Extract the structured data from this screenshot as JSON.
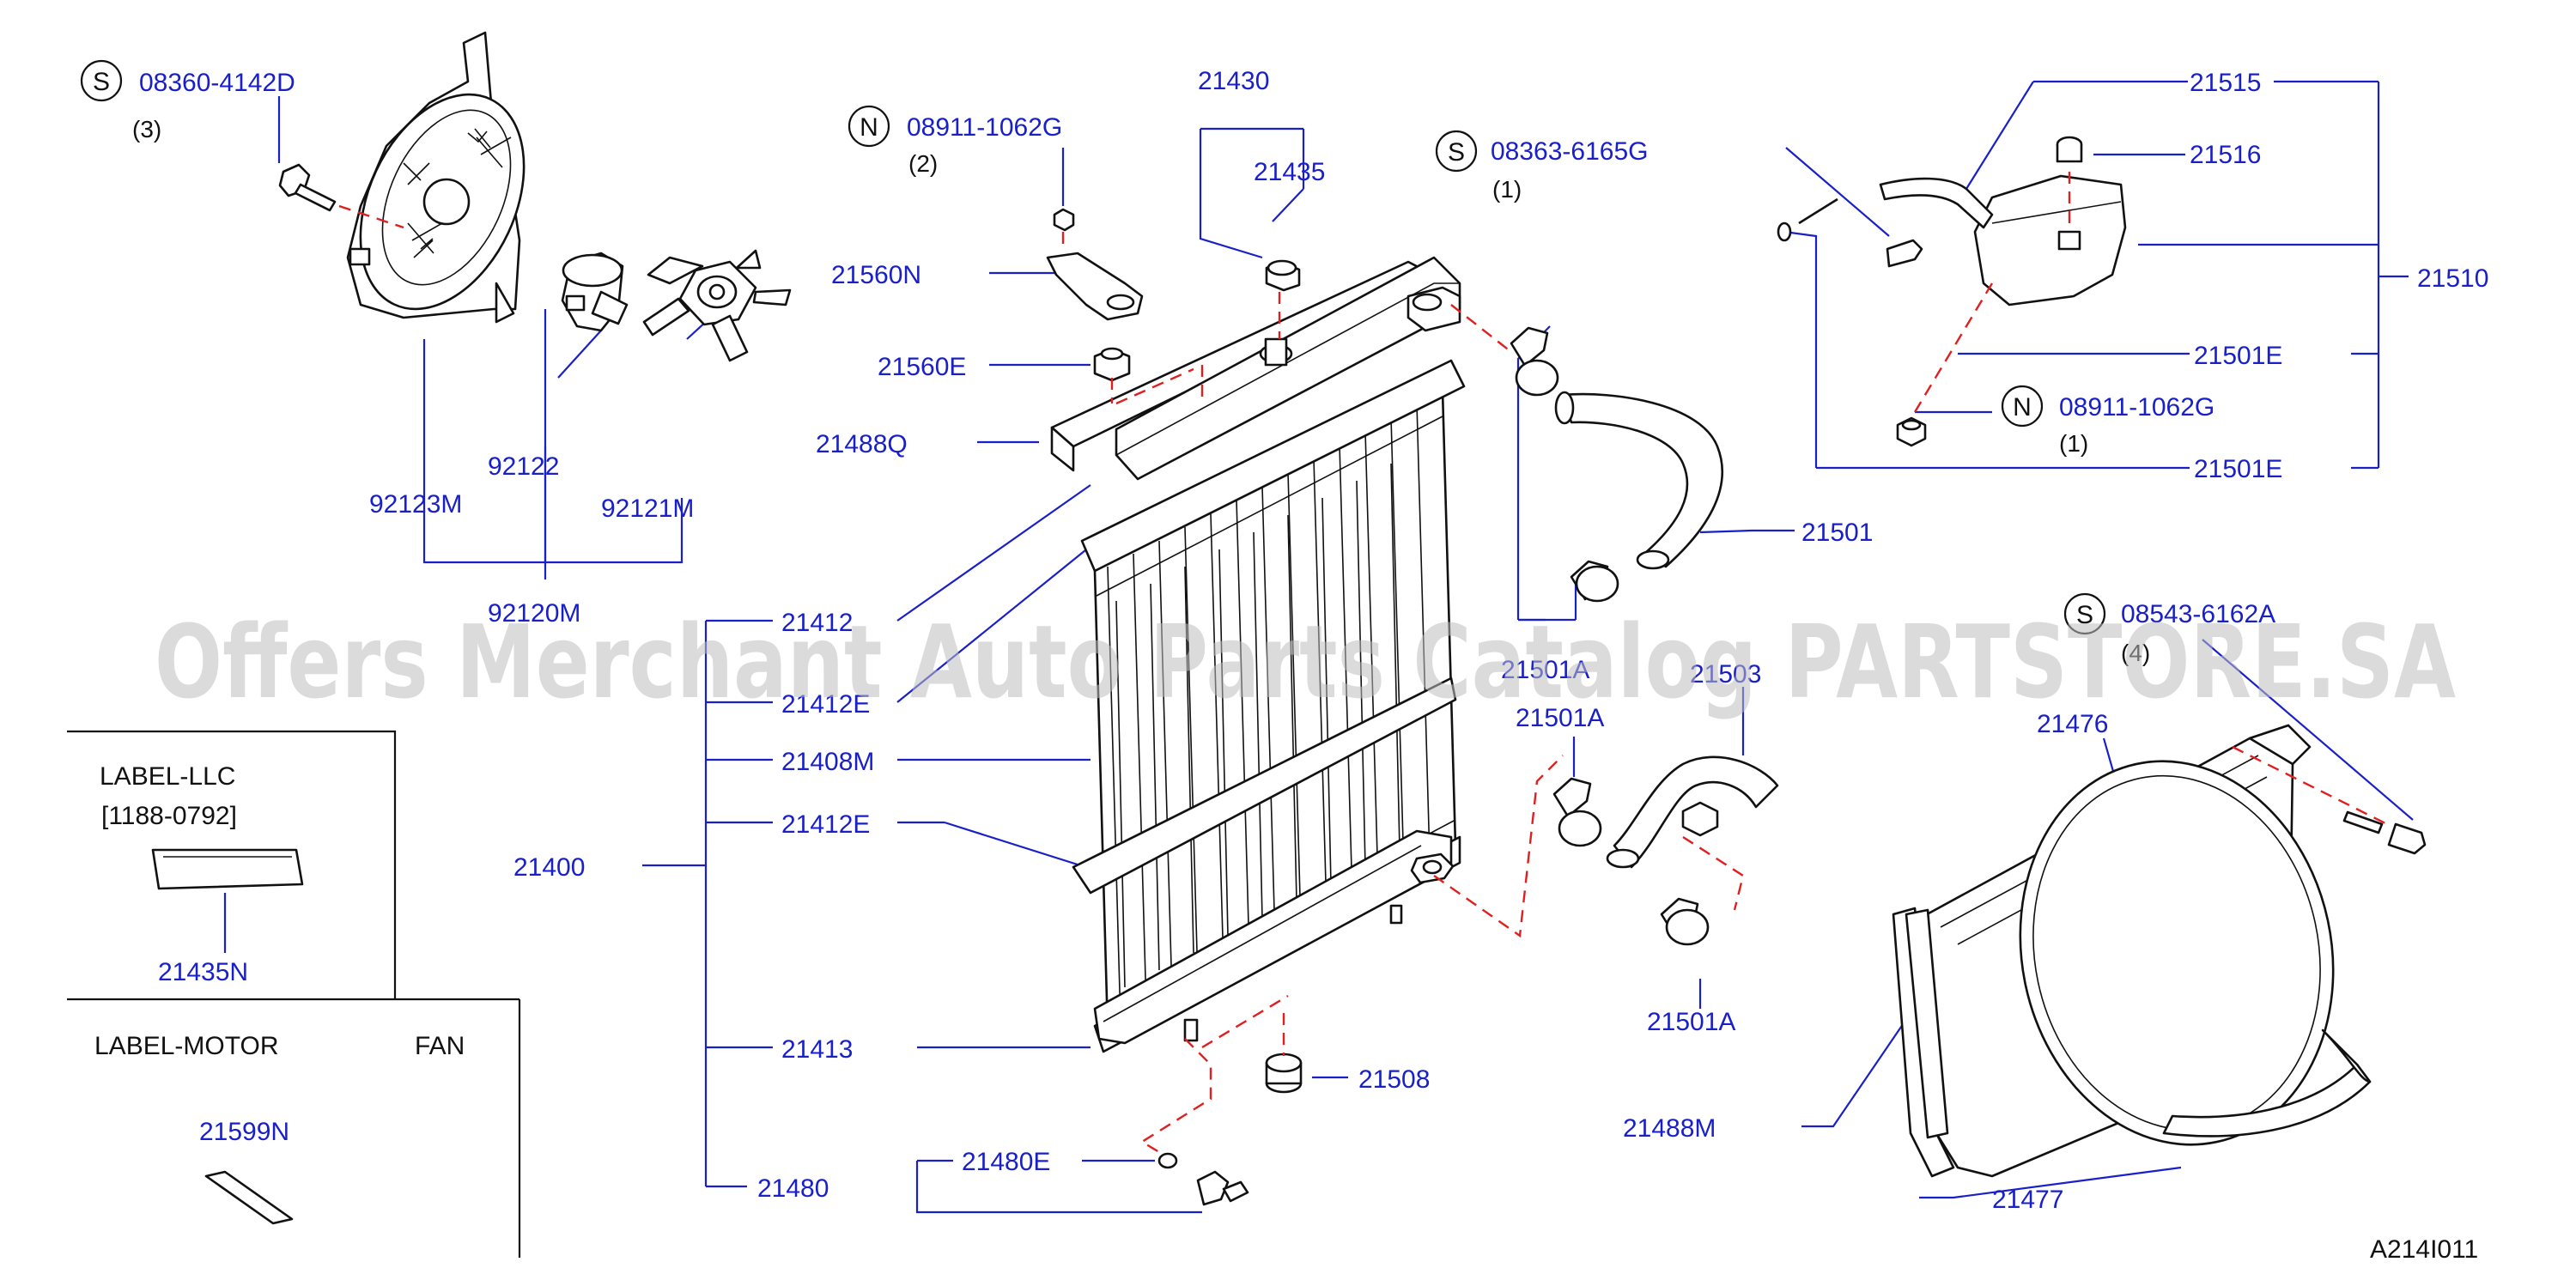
{
  "diagram": {
    "figure_code": "A214I011",
    "watermark": "Offers Merchant Auto Parts Catalog PARTSTORE.SA",
    "bolts": [
      {
        "symbol": "S",
        "part": "08360-4142D",
        "qty": "(3)"
      },
      {
        "symbol": "N",
        "part": "08911-1062G",
        "qty": "(2)"
      },
      {
        "symbol": "S",
        "part": "08363-6165G",
        "qty": "(1)"
      },
      {
        "symbol": "N",
        "part": "08911-1062G",
        "qty": "(1)"
      },
      {
        "symbol": "S",
        "part": "08543-6162A",
        "qty": "(4)"
      }
    ],
    "parts": [
      "21430",
      "21435",
      "21560N",
      "21560E",
      "21488Q",
      "92122",
      "92123M",
      "92121M",
      "92120M",
      "21412",
      "21412E",
      "21408M",
      "21412E",
      "21400",
      "21413",
      "21480",
      "21480E",
      "21508",
      "21515",
      "21516",
      "21510",
      "21501E",
      "21501E",
      "21501",
      "21501A",
      "21503",
      "21501A",
      "21501A",
      "21476",
      "21488M",
      "21477"
    ],
    "legend_boxes": [
      {
        "title": "LABEL-LLC",
        "code": "[1188-0792]",
        "part": "21435N"
      },
      {
        "title": "LABEL-MOTOR",
        "title2": "FAN",
        "part": "21599N"
      }
    ]
  }
}
